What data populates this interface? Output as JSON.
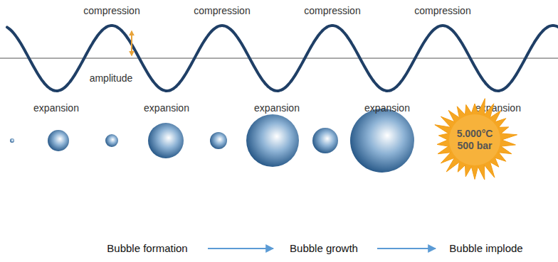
{
  "diagram": {
    "nodes": [
      {
        "text": [
          "5.000°C",
          "500 bar"
        ]
      }
    ],
    "labels": [
      "compression",
      "compression",
      "compression",
      "compression",
      "amplitude",
      "expansion",
      "expansion",
      "expansion",
      "expansion",
      "expansion",
      "Bubble formation",
      "Bubble growth",
      "Bubble implode"
    ]
  }
}
